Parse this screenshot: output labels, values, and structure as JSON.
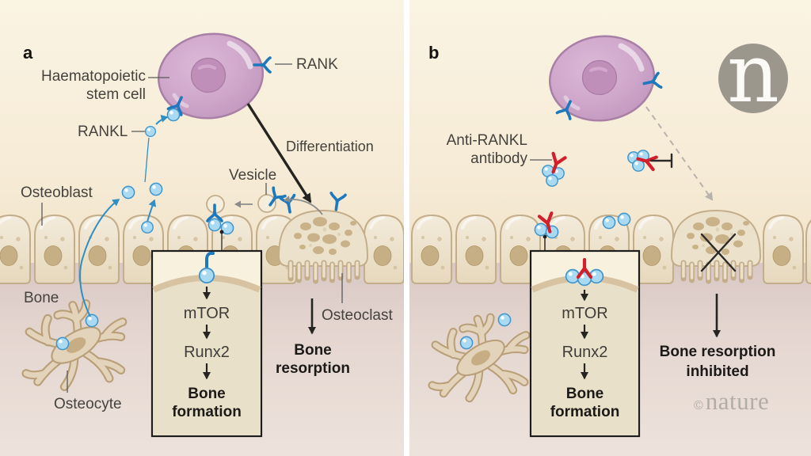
{
  "figure": {
    "description": "RANKL signalling in bone: RANKL from osteocytes and osteoblasts binds RANK on haematopoietic stem cells driving osteoclast differentiation and bone resorption (a); anti-RANKL antibody blocks this, inhibiting resorption while bone formation continues (b)",
    "credit_symbol": "©",
    "credit_name": "nature",
    "logo_letter": "n"
  },
  "panel_a": {
    "tag": "a",
    "labels": {
      "hsc_line1": "Haematopoietic",
      "hsc_line2": "stem cell",
      "rank": "RANK",
      "rankl": "RANKL",
      "differentiation": "Differentiation",
      "vesicle": "Vesicle",
      "osteoblast": "Osteoblast",
      "bone": "Bone",
      "osteocyte": "Osteocyte",
      "osteoclast": "Osteoclast",
      "resorption_line1": "Bone",
      "resorption_line2": "resorption"
    },
    "pathway": {
      "mtor": "mTOR",
      "runx2": "Runx2",
      "outcome_line1": "Bone",
      "outcome_line2": "formation"
    }
  },
  "panel_b": {
    "tag": "b",
    "labels": {
      "antibody_line1": "Anti-RANKL",
      "antibody_line2": "antibody",
      "inhibited_line1": "Bone resorption",
      "inhibited_line2": "inhibited"
    },
    "pathway": {
      "mtor": "mTOR",
      "runx2": "Runx2",
      "outcome_line1": "Bone",
      "outcome_line2": "formation"
    }
  },
  "colors": {
    "background_top": "#FAF4E3",
    "background_bone": "#E2D2CC",
    "bone_cell_fill": "#EFE6D3",
    "bone_cell_border": "#C3AD8A",
    "stem_cell_fill": "#CEA6CA",
    "stem_cell_border": "#A87FA5",
    "rank_receptor_blue": "#1D78BD",
    "rankl_ball_blue": "#AAD9F2",
    "antibody_red": "#D31F2B",
    "arrow_black": "#262421",
    "arrow_gray": "#8C8C8C",
    "dashed_gray": "#B7B2AA",
    "nature_logo_gray": "#9C978D",
    "credit_gray": "#B3ADA7"
  }
}
